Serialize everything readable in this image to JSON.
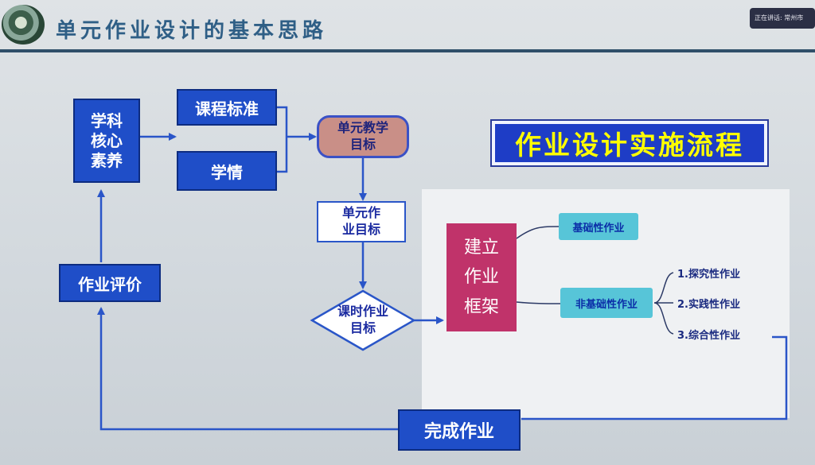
{
  "header": {
    "title": "单元作业设计的基本思路",
    "badge": "正在讲话: 常州市"
  },
  "nodes": {
    "core": "学科\n核心\n素养",
    "standard": "课程标准",
    "situation": "学情",
    "unit_goal": "单元教学\n目标",
    "unit_hw_goal": "单元作\n业目标",
    "lesson_goal": "课时作业\n目标",
    "evaluation": "作业评价",
    "complete": "完成作业"
  },
  "implementation": {
    "title": "作业设计实施流程",
    "framework": "建立\n作业\n框架",
    "basic": "基础性作业",
    "nonbasic": "非基础性作业",
    "subtypes": [
      "1.探究性作业",
      "2.实践性作业",
      "3.综合性作业"
    ]
  },
  "colors": {
    "primary_blue": "#1f4ec8",
    "framework": "#c0336a",
    "teal": "#57c5d8",
    "title_yellow": "#ffff00"
  }
}
